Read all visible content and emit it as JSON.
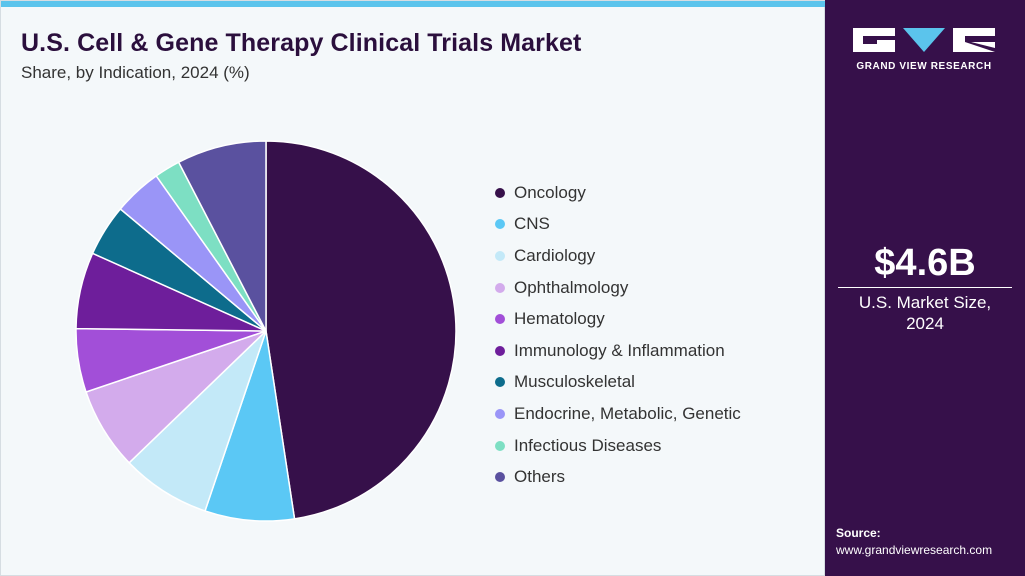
{
  "header": {
    "title": "U.S. Cell & Gene Therapy Clinical Trials Market",
    "subtitle": "Share, by Indication, 2024 (%)"
  },
  "brand": {
    "logo_text": "GRAND VIEW RESEARCH",
    "logo_icon": "gvr-logo-icon"
  },
  "summary": {
    "market_value": "$4.6B",
    "market_label_line1": "U.S. Market Size,",
    "market_label_line2": "2024"
  },
  "source": {
    "label": "Source:",
    "url": "www.grandviewresearch.com"
  },
  "colors": {
    "side_panel": "#36104a",
    "accent": "#5bc4ec",
    "background": "#f4f8fa"
  },
  "chart_data": {
    "type": "pie",
    "title": "U.S. Cell & Gene Therapy Clinical Trials Market",
    "subtitle": "Share, by Indication, 2024 (%)",
    "legend_position": "right",
    "start": "top, clockwise",
    "categories": [
      "Oncology",
      "CNS",
      "Cardiology",
      "Ophthalmology",
      "Hematology",
      "Immunology & Inflammation",
      "Musculoskeletal",
      "Endocrine, Metabolic, Genetic",
      "Infectious Diseases",
      "Others"
    ],
    "values": [
      47.6,
      7.6,
      7.6,
      7.0,
      5.4,
      6.5,
      4.4,
      4.1,
      2.2,
      7.6
    ],
    "colors": [
      "#36104a",
      "#5bc8f5",
      "#c3e9f8",
      "#d3abec",
      "#a24fd8",
      "#6e1e9b",
      "#0d6c8c",
      "#9a95f7",
      "#7ddfc3",
      "#5a519f"
    ]
  }
}
